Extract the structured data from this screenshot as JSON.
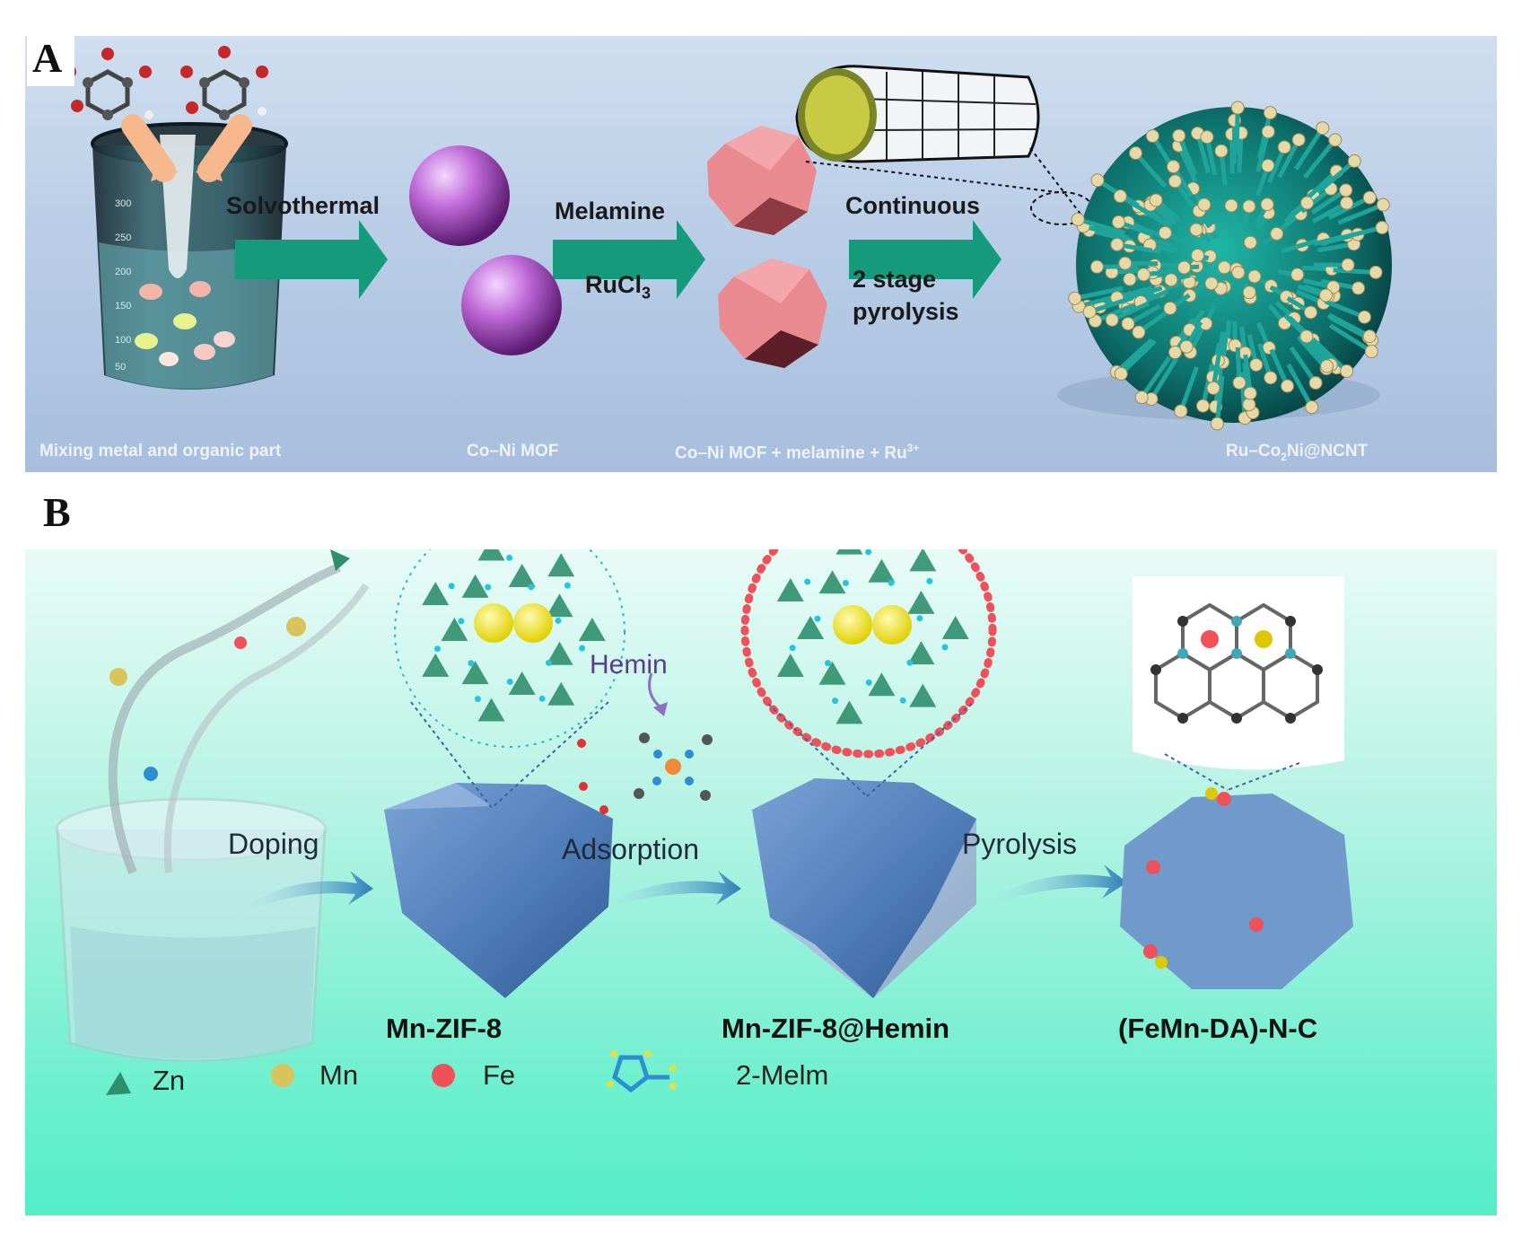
{
  "panel_a": {
    "letter": "A",
    "steps": {
      "solvothermal": "Solvothermal",
      "melamine": "Melamine",
      "rucl3_base": "RuCl",
      "rucl3_sub": "3",
      "continuous": "Continuous",
      "stage_line1": "2 stage",
      "stage_line2": "pyrolysis"
    },
    "captions": {
      "mixing": "Mixing metal and organic part",
      "mof": "Co–Ni MOF",
      "mof_mix_base": "Co–Ni MOF + melamine + Ru",
      "mof_mix_sup": "3+",
      "product_base": "Ru–Co",
      "product_sub": "2",
      "product_end": "Ni@NCNT"
    },
    "beaker_marks": [
      "300",
      "250",
      "200",
      "150",
      "100",
      "50"
    ],
    "colors": {
      "arrow": "#159a7c",
      "sphere": "#b45ad0",
      "polyhedron": "#e3747e",
      "nanotube_particle": "#e7d8a8",
      "nanotube_body": "#1a8f8a"
    }
  },
  "panel_b": {
    "letter": "B",
    "steps": {
      "doping": "Doping",
      "adsorption": "Adsorption",
      "pyrolysis": "Pyrolysis",
      "hemin": "Hemin"
    },
    "names": {
      "mn_zif8": "Mn-ZIF-8",
      "mn_zif8_hemin": "Mn-ZIF-8@Hemin",
      "femn": "(FeMn-DA)-N-C"
    },
    "legend": {
      "zn": "Zn",
      "mn": "Mn",
      "fe": "Fe",
      "melm": "2-Melm"
    },
    "colors": {
      "zn": "#2f8f6b",
      "mn": "#d8c45a",
      "fe": "#f05058",
      "crystal": "#4f7db8",
      "linker": "#2c8fd0"
    }
  }
}
